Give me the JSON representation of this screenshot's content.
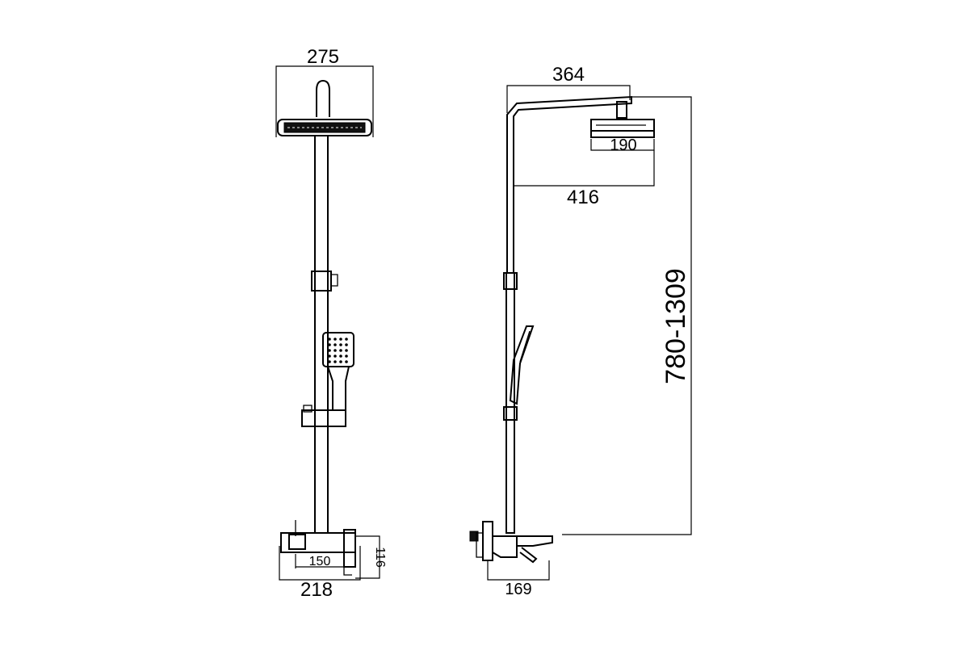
{
  "front_view": {
    "width_overall": "275",
    "mixer_inner": "150",
    "mixer_height": "116",
    "mixer_width": "218"
  },
  "side_view": {
    "arm_length": "364",
    "head_depth": "190",
    "head_reach": "416",
    "height_range": "780-1309",
    "mixer_depth": "169"
  }
}
